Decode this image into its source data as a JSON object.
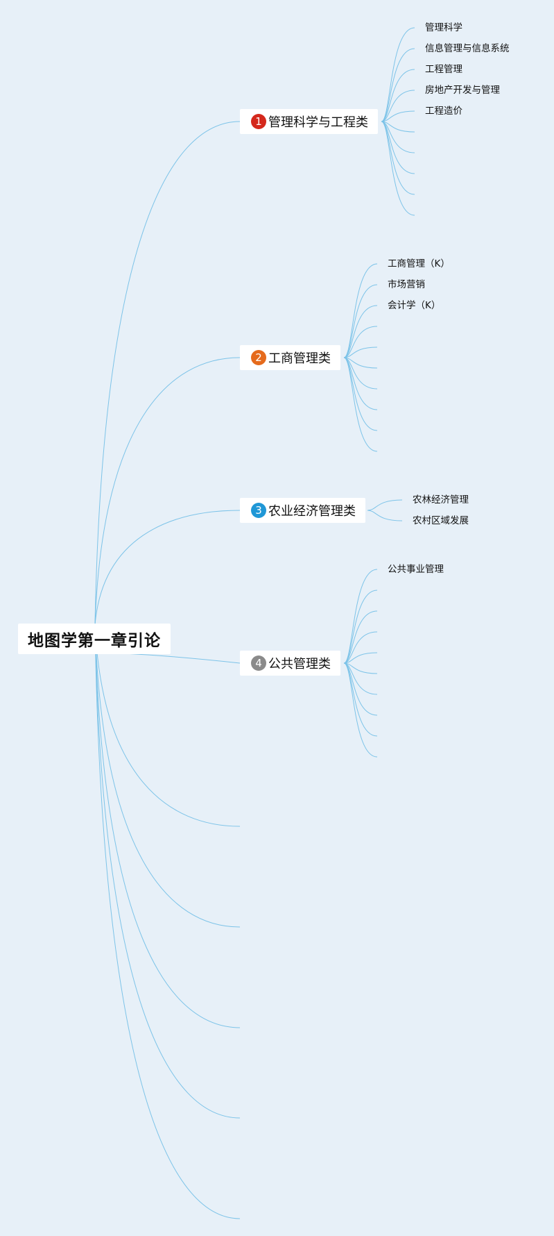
{
  "root": {
    "label": "地图学第一章引论"
  },
  "colors": {
    "background": "#e7f0f8",
    "link": "#7cc3e8",
    "badge_1": "#d4281c",
    "badge_2": "#e56a1c",
    "badge_3": "#1f97d6",
    "badge_4": "#8a8a8a"
  },
  "branches": [
    {
      "badge": "1",
      "label": "管理科学与工程类",
      "children": [
        "管理科学",
        "信息管理与信息系统",
        "工程管理",
        "房地产开发与管理",
        "工程造价",
        "",
        "",
        "",
        "",
        ""
      ]
    },
    {
      "badge": "2",
      "label": "工商管理类",
      "children": [
        "工商管理（K）",
        "市场营销",
        "会计学（K）",
        "",
        "",
        "",
        "",
        "",
        "",
        ""
      ]
    },
    {
      "badge": "3",
      "label": "农业经济管理类",
      "children": [
        "农林经济管理",
        "农村区域发展"
      ]
    },
    {
      "badge": "4",
      "label": "公共管理类",
      "children": [
        "公共事业管理",
        "",
        "",
        "",
        "",
        "",
        "",
        "",
        "",
        ""
      ]
    },
    {
      "badge": "",
      "label": "",
      "children": []
    },
    {
      "badge": "",
      "label": "",
      "children": []
    },
    {
      "badge": "",
      "label": "",
      "children": []
    },
    {
      "badge": "",
      "label": "",
      "children": []
    },
    {
      "badge": "",
      "label": "",
      "children": []
    }
  ]
}
